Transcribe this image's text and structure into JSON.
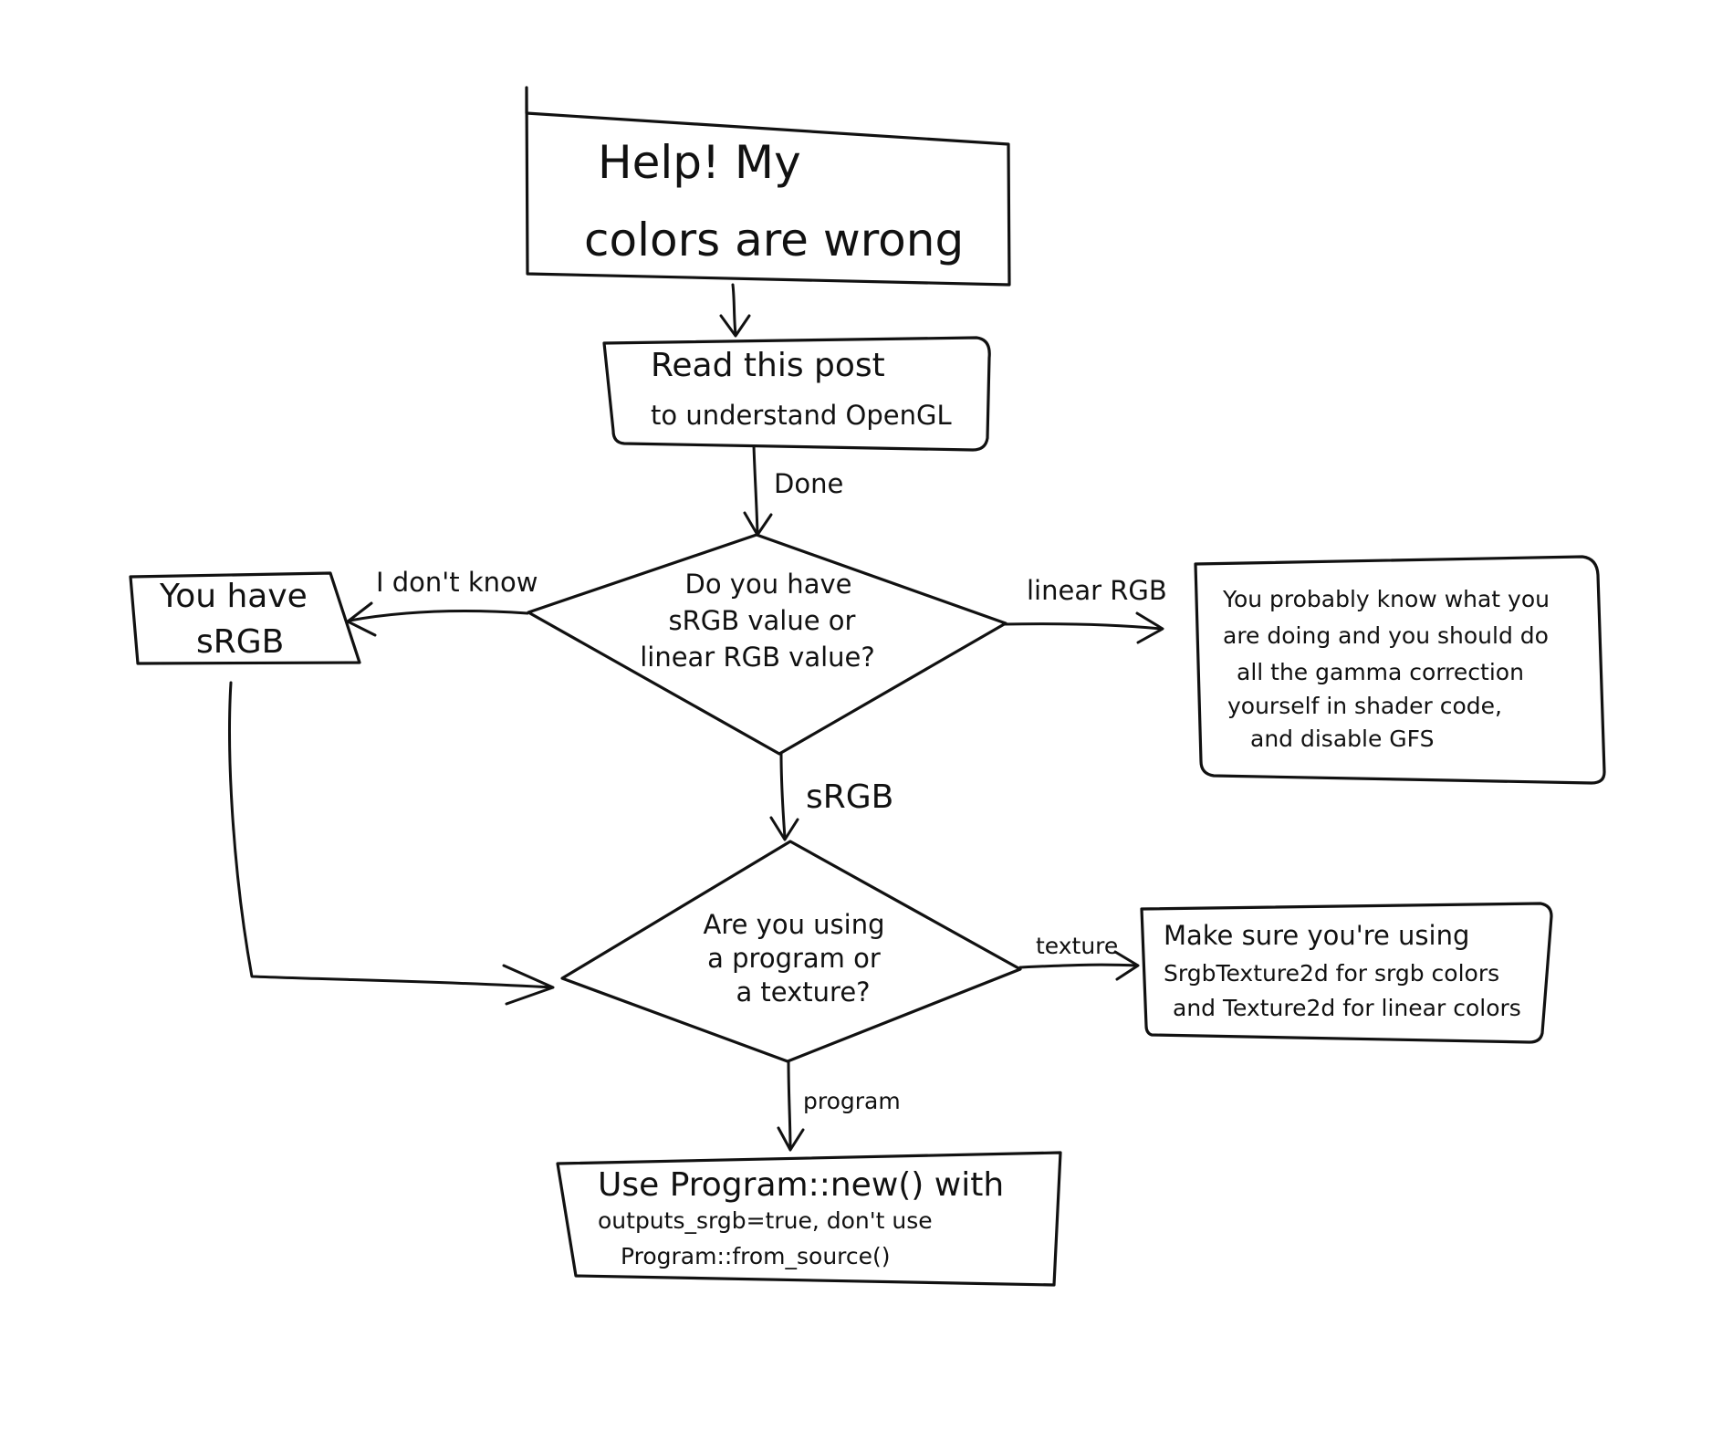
{
  "nodes": {
    "start": {
      "lines": [
        "Help!   My",
        "colors  are   wrong"
      ]
    },
    "read_post": {
      "lines": [
        "Read  this post",
        "to understand OpenGL"
      ]
    },
    "decision_values": {
      "lines": [
        "Do you have",
        "sRGB value or",
        "linear RGB value?"
      ]
    },
    "you_have_srgb": {
      "lines": [
        "You have",
        "sRGB"
      ]
    },
    "linear_advice": {
      "lines": [
        "You probably know what you",
        "are doing and you should do",
        "all the gamma correction",
        "yourself in shader code,",
        "and disable GFS"
      ]
    },
    "decision_program": {
      "lines": [
        "Are you using",
        "a program or",
        "a texture?"
      ]
    },
    "texture_advice": {
      "lines": [
        "Make sure you're using",
        "SrgbTexture2d for srgb colors",
        "and Texture2d for linear colors"
      ]
    },
    "program_advice": {
      "lines": [
        "Use Program::new() with",
        "outputs_srgb=true, don't use",
        "Program::from_source()"
      ]
    }
  },
  "edges": {
    "done": "Done",
    "i_dont_know": "I don't know",
    "linear_rgb": "linear RGB",
    "srgb": "sRGB",
    "texture": "texture",
    "program": "program"
  }
}
